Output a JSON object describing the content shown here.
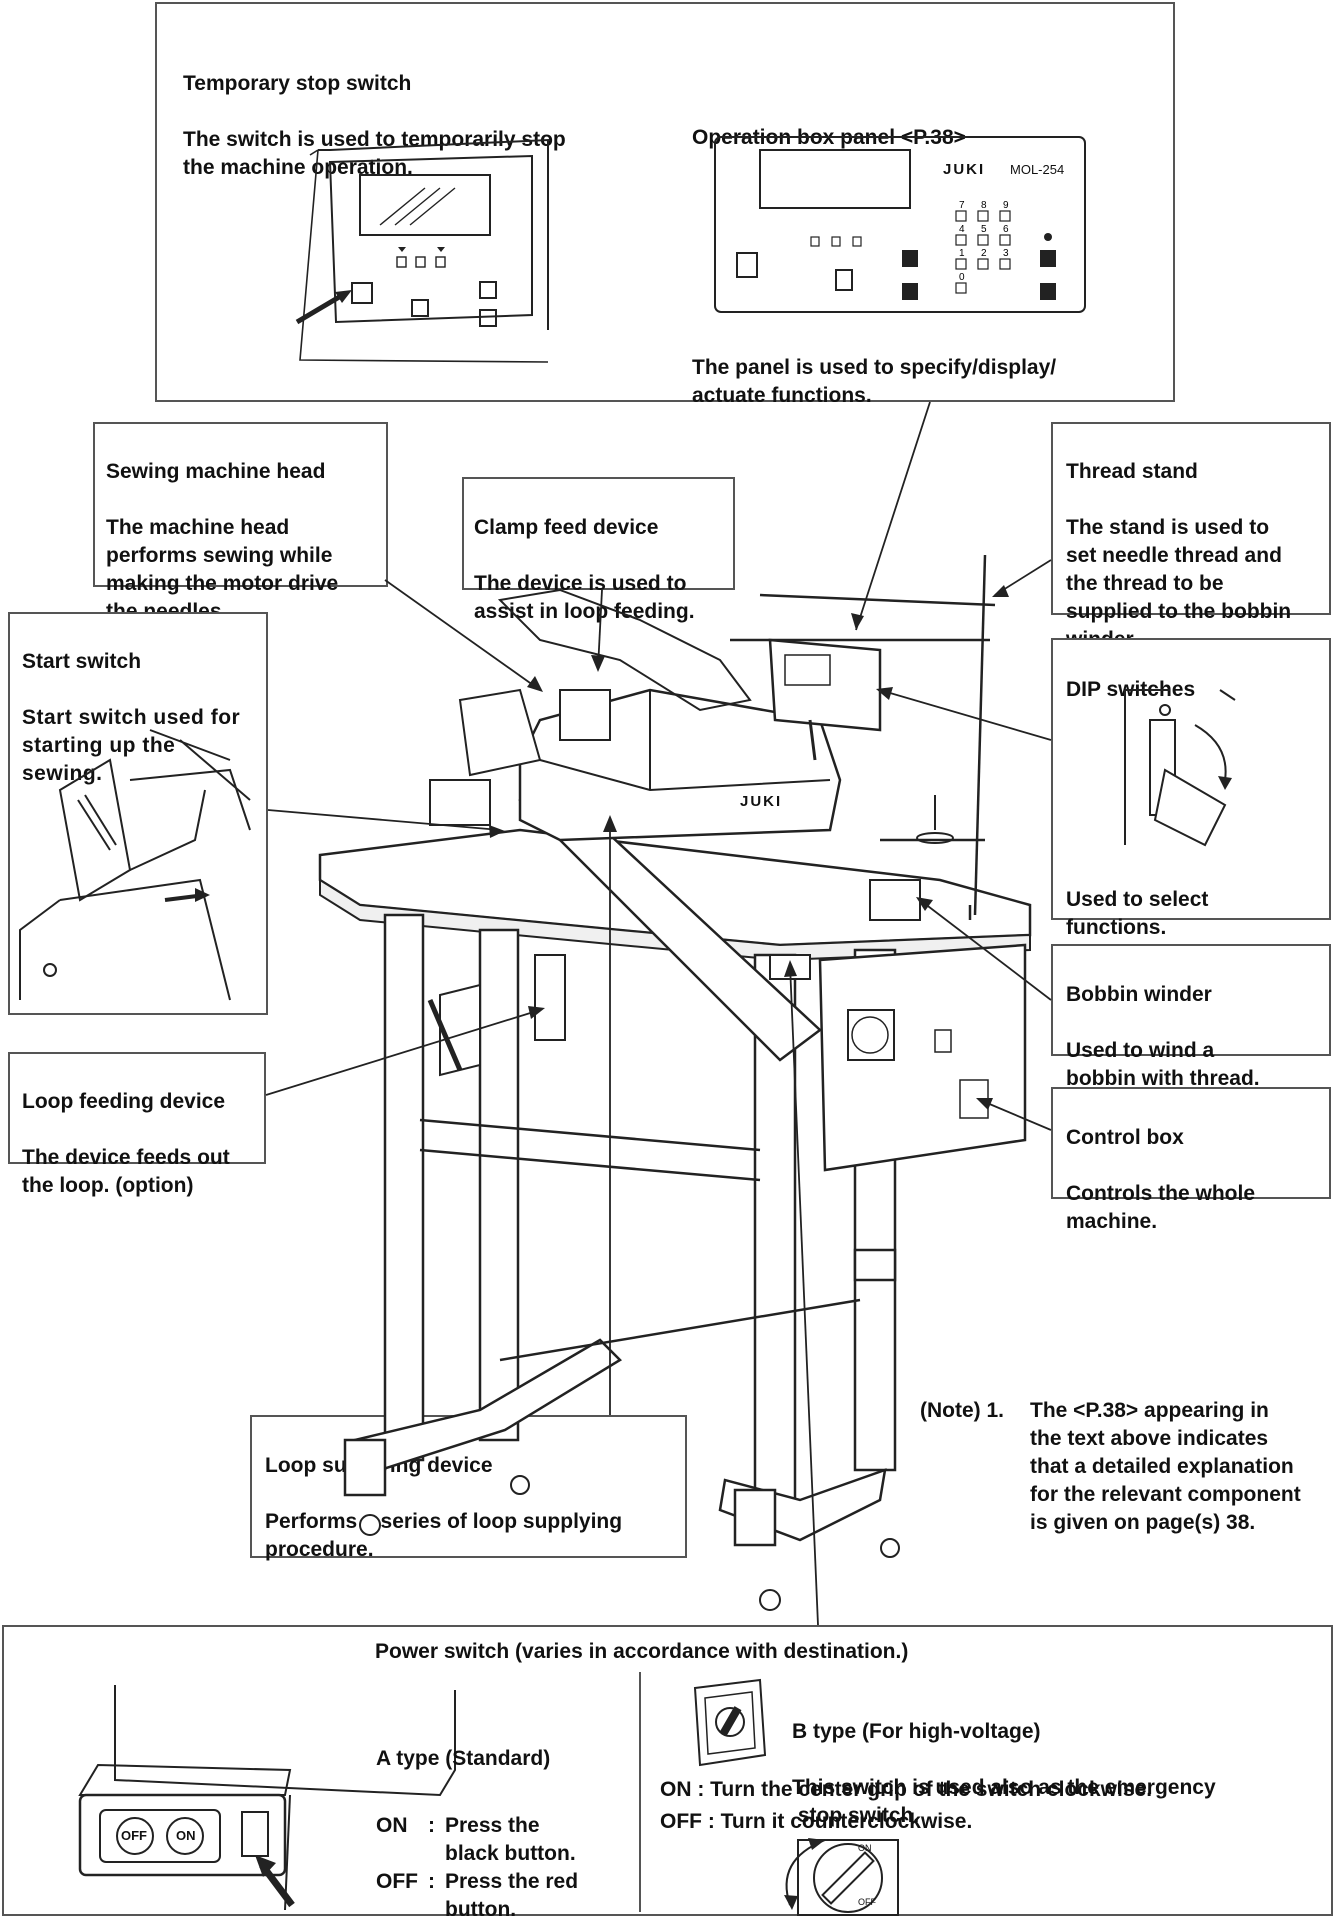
{
  "temporary_stop": {
    "title": "Temporary stop switch",
    "desc": "The switch is used to temporarily stop\nthe machine operation."
  },
  "operation_panel": {
    "title": "Operation box panel <P.38>",
    "brand": "JUKI",
    "model": "MOL-254",
    "keys": [
      "7",
      "8",
      "9",
      "4",
      "5",
      "6",
      "1",
      "2",
      "3",
      "0"
    ],
    "desc": "The panel is used to specify/display/\nactuate functions."
  },
  "sewing_head": {
    "title": "Sewing machine head",
    "desc": "The machine head\nperforms sewing while\nmaking the motor drive\nthe needles."
  },
  "clamp_feed": {
    "title": "Clamp feed device",
    "desc": "The device is used to\nassist in loop feeding."
  },
  "thread_stand": {
    "title": "Thread stand",
    "desc": "The stand is used to\nset needle thread and\nthe thread to be\nsupplied to the bobbin\nwinder."
  },
  "start_switch": {
    "title": "Start switch",
    "desc": "Start switch used for\nstarting up the\nsewing."
  },
  "dip_switches": {
    "title": "DIP switches",
    "desc": "Used to select\nfunctions."
  },
  "bobbin_winder": {
    "title": "Bobbin winder",
    "desc": "Used to wind a\nbobbin with thread."
  },
  "loop_feeding": {
    "title": "Loop feeding device",
    "desc": "The device feeds out\nthe loop. (option)"
  },
  "control_box": {
    "title": "Control box",
    "desc": "Controls the whole\nmachine."
  },
  "loop_supplying": {
    "title": "Loop supplying device",
    "desc": "Performs a series of loop supplying\nprocedure."
  },
  "machine_brand": "JUKI",
  "note": {
    "prefix": "(Note) 1.",
    "text": "The <P.38> appearing in\nthe text above indicates\nthat a detailed explanation\nfor the relevant component\nis given on page(s) 38."
  },
  "power_switch": {
    "title": "Power switch (varies in accordance with destination.)",
    "a_type": {
      "title": "A type (Standard)",
      "off_label": "OFF",
      "on_label": "ON",
      "on_key": "ON",
      "on_sep": ":",
      "on_text": "Press the\nblack button.",
      "off_key": "OFF",
      "off_sep": ":",
      "off_text": "Press the red\nbutton."
    },
    "b_type": {
      "title": "B type (For high-voltage)",
      "desc": "This switch is used also as the emergency\n stop switch.",
      "on_line": "ON : Turn the center grip of the switch clockwise.",
      "off_line": "OFF : Turn it counterclockwise.",
      "dial_on": "ON",
      "dial_off": "OFF"
    }
  }
}
